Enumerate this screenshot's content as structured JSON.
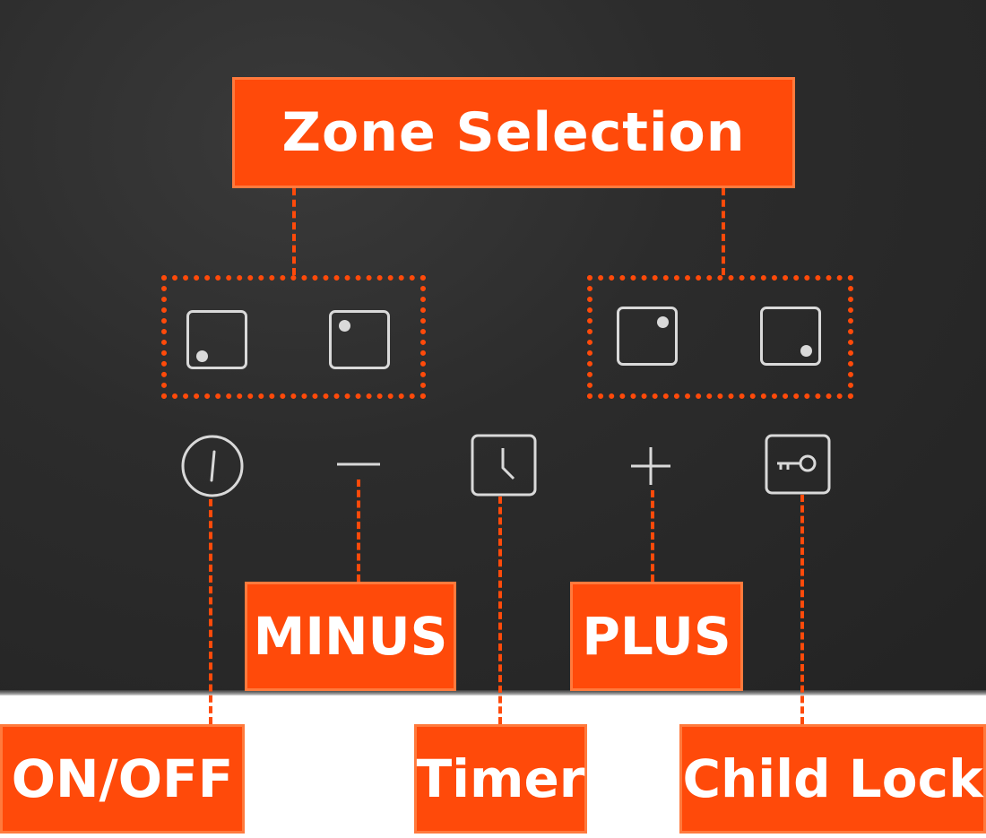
{
  "labels": {
    "zone_selection": "Zone Selection",
    "minus": "MINUS",
    "plus": "PLUS",
    "on_off": "ON/OFF",
    "timer": "Timer",
    "child_lock": "Child Lock"
  },
  "icons": {
    "zone_keys": [
      "zone-bottom-left-icon",
      "zone-top-left-icon",
      "zone-top-right-icon",
      "zone-bottom-right-icon"
    ],
    "controls": [
      "power-icon",
      "minus-icon",
      "clock-icon",
      "plus-icon",
      "key-icon"
    ]
  },
  "colors": {
    "callout": "#ff4a0a",
    "glass": "#2c2c2c",
    "symbol": "#d9d9d9"
  }
}
